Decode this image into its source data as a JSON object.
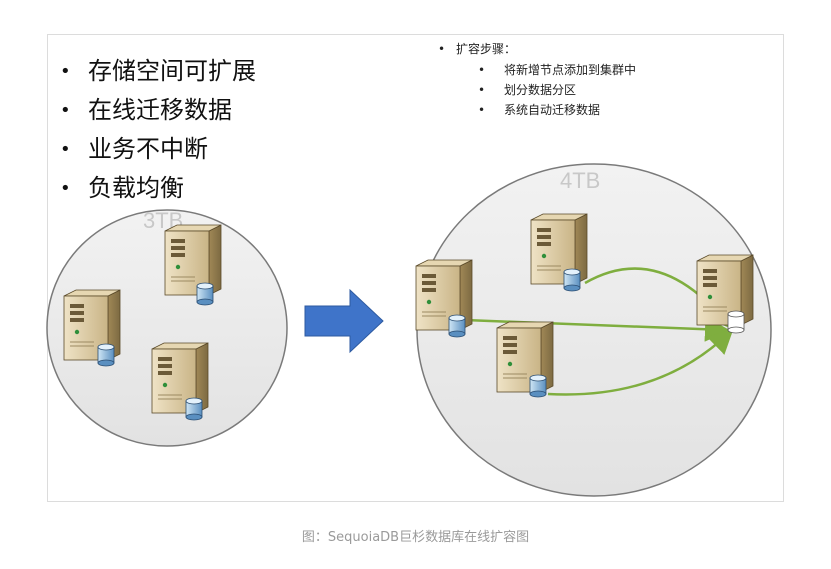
{
  "features": [
    "存储空间可扩展",
    "在线迁移数据",
    "业务不中断",
    "负载均衡"
  ],
  "steps": {
    "title": "扩容步骤：",
    "items": [
      "将新增节点添加到集群中",
      "划分数据分区",
      "系统自动迁移数据"
    ]
  },
  "clusters": {
    "before_label": "3TB",
    "after_label": "4TB"
  },
  "caption": "图：SequoiaDB巨杉数据库在线扩容图",
  "colors": {
    "arrow_fill": "#3f74c9",
    "migration_line": "#7fae3f",
    "circle_fill": "#eaeaea",
    "circle_stroke": "#7a7a7a"
  },
  "icons": [
    "server-icon",
    "database-icon",
    "right-arrow-icon"
  ]
}
